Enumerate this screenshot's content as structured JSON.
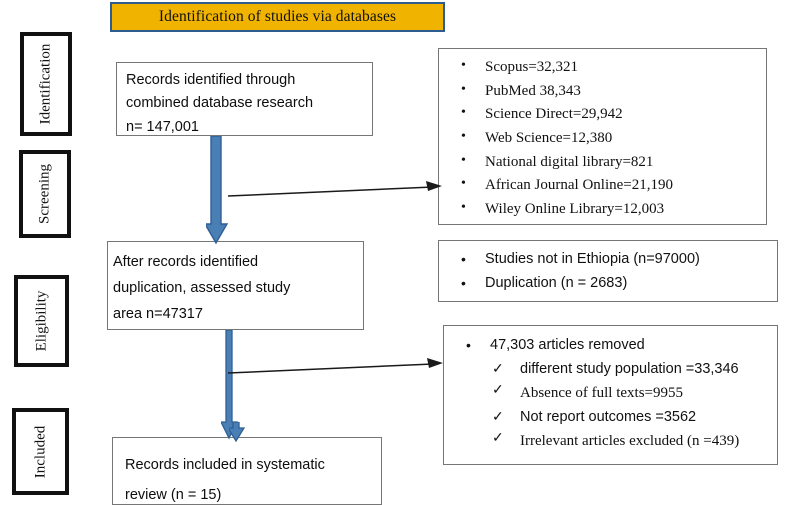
{
  "header": {
    "title": "Identification of studies via databases",
    "background_color": "#f0b400",
    "border_color": "#2d5c8f"
  },
  "stages": [
    {
      "id": "identification",
      "label": "Identification"
    },
    {
      "id": "screening",
      "label": "Screening"
    },
    {
      "id": "eligibility",
      "label": "Eligibility"
    },
    {
      "id": "included",
      "label": "Included"
    }
  ],
  "flow": {
    "records_identified": {
      "line1": "Records identified through",
      "line2": "combined database research",
      "line3": "n= 147,001"
    },
    "after_duplication": {
      "line1": " After records identified",
      "line2": "duplication, assessed study",
      "line3": "area n=47317"
    },
    "records_included": {
      "line1": "Records included in systematic",
      "line2": "review (n = 15)"
    }
  },
  "databases": {
    "items": [
      "Scopus=32,321",
      "PubMed 38,343",
      " Science Direct=29,942",
      "Web Science=12,380",
      "National digital library=821",
      "African Journal Online=21,190",
      " Wiley Online Library=12,003"
    ]
  },
  "excluded_screening": {
    "items": [
      "Studies not in Ethiopia (n=97000)",
      "Duplication (n = 2683)"
    ]
  },
  "excluded_eligibility": {
    "heading": "47,303 articles removed",
    "items": [
      "different study population =33,346",
      "Absence of full texts=9955",
      " Not report outcomes =3562",
      "Irrelevant articles excluded (n =439)"
    ]
  },
  "colors": {
    "arrow_blue": "#4a7fb5",
    "arrow_blue_dark": "#2e5f94",
    "box_border": "#767676",
    "stage_border": "#111111"
  }
}
